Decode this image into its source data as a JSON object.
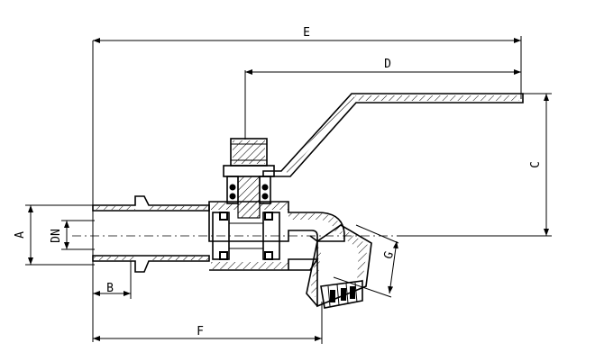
{
  "drawing": {
    "title": "",
    "dimensions": {
      "E": "E",
      "D": "D",
      "C": "C",
      "A": "A",
      "DN": "DN",
      "B": "B",
      "F": "F",
      "G": "G"
    }
  }
}
